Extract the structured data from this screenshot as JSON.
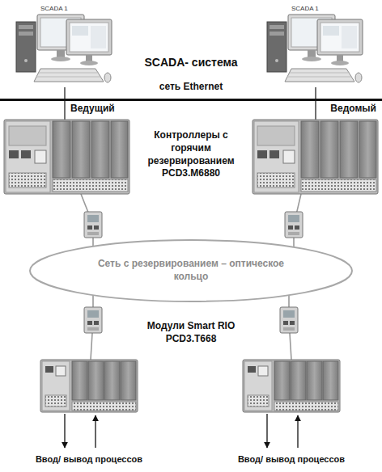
{
  "diagram": {
    "nodes": [
      {
        "text": [
          "SCADA 1"
        ]
      },
      {
        "text": [
          "SCADA 1"
        ]
      },
      {
        "text": [
          "Ведущий"
        ]
      },
      {
        "text": [
          "Ведомый"
        ]
      },
      {
        "text": [
          "Сеть с резервированием – оптическое кольцо"
        ]
      },
      {
        "text": [
          "Ввод/ вывод процессов"
        ]
      },
      {
        "text": [
          "Ввод/ вывод процессов"
        ]
      }
    ],
    "edges": [
      {
        "from": 0,
        "to": 2,
        "arrow": "none"
      },
      {
        "from": 1,
        "to": 3,
        "arrow": "none"
      },
      {
        "from": 2,
        "to": 4,
        "arrow": "none"
      },
      {
        "from": 3,
        "to": 4,
        "arrow": "none"
      },
      {
        "from": 4,
        "to": 5,
        "arrow": "none"
      },
      {
        "from": 4,
        "to": 6,
        "arrow": "none"
      }
    ],
    "labels": [
      "SCADA- система",
      "сеть Ethernet",
      "Контроллеры с горячим резервированием PCD3.M6880",
      "Модули Smart RIO PCD3.T668"
    ]
  }
}
